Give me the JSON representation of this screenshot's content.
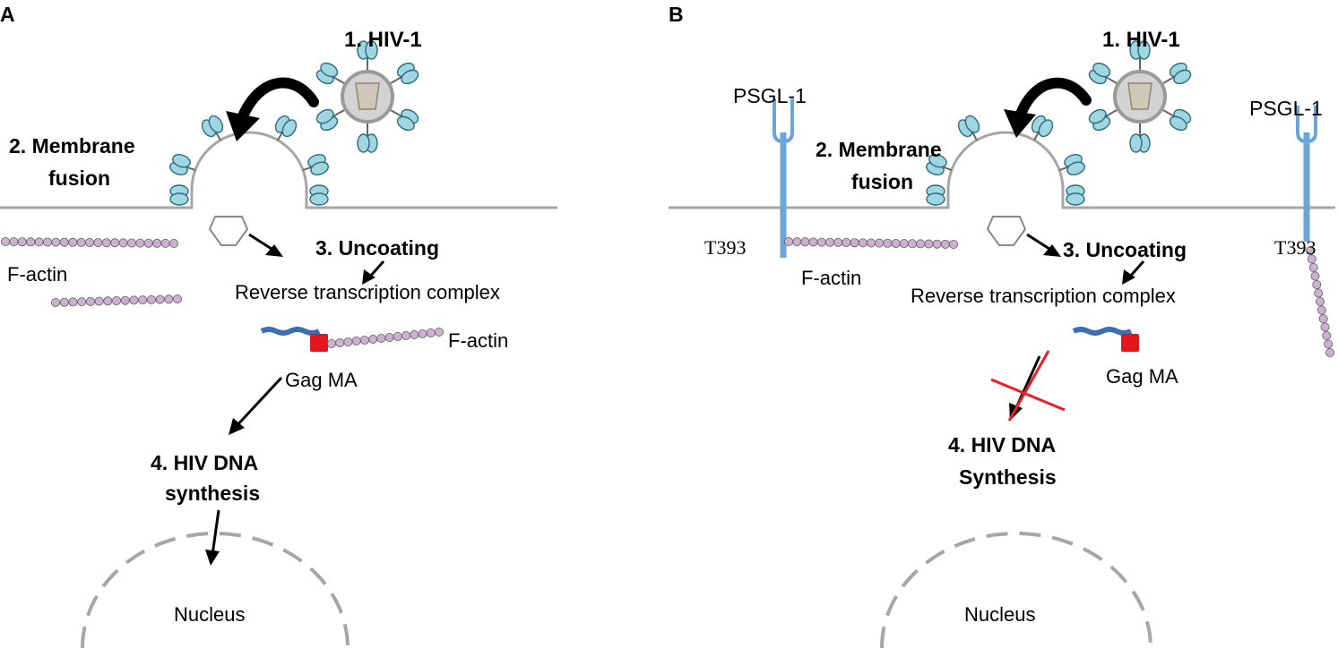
{
  "colors": {
    "membrane": "#a6a6a6",
    "env": "#9fd6e0",
    "env_stroke": "#2a6b80",
    "virion": "#d3d3d3",
    "capsid": "#cfc7b8",
    "actin": "#c8b2cc",
    "actin_stroke": "#6a5672",
    "psgl1": "#6aa6d8",
    "gag_ma": "#e3161b",
    "rna": "#5f8dc3",
    "block": "#ee1c25",
    "nucleus": "#a6a6a6"
  },
  "panel_a": {
    "label": "A",
    "step1": "1. HIV-1",
    "step2_line1": "2. Membrane",
    "step2_line2": "fusion",
    "step3": "3. Uncoating",
    "rtc": "Reverse transcription complex",
    "factin_left": "F-actin",
    "factin_right": "F-actin",
    "gag": "Gag MA",
    "step4_line1": "4. HIV DNA",
    "step4_line2": "synthesis",
    "nucleus": "Nucleus"
  },
  "panel_b": {
    "label": "B",
    "step1": "1. HIV-1",
    "psgl_left": "PSGL-1",
    "psgl_right": "PSGL-1",
    "step2_line1": "2. Membrane",
    "step2_line2": "fusion",
    "t393_left": "T393",
    "t393_right": "T393",
    "factin": "F-actin",
    "step3": "3. Uncoating",
    "rtc": "Reverse transcription complex",
    "gag": "Gag MA",
    "step4_line1": "4. HIV DNA",
    "step4_line2": "Synthesis",
    "nucleus": "Nucleus"
  }
}
